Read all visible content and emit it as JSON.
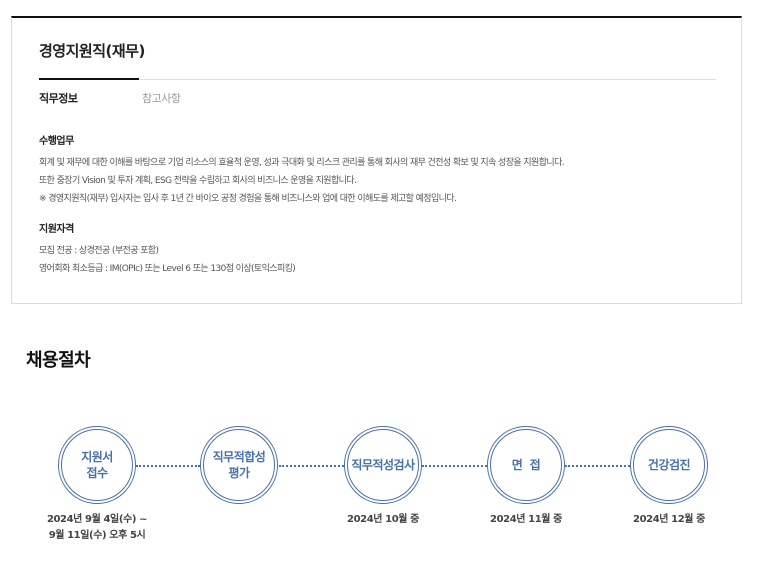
{
  "job": {
    "title": "경영지원직(재무)",
    "tabs": [
      {
        "label": "직무정보",
        "active": true
      },
      {
        "label": "참고사항",
        "active": false
      }
    ],
    "duties": {
      "heading": "수행업무",
      "lines": [
        "회계 및 재무에 대한 이해를 바탕으로 기업 리소스의 효율적 운영, 성과 극대화 및 리스크 관리를 통해 회사의 재무 건전성 확보 및 지속 성장을 지원합니다.",
        "또한 중장기 Vision 및 투자 계획, ESG 전략을 수립하고 회사의 비즈니스 운영을 지원합니다.",
        "※ 경영지원직(재무) 입사자는 입사 후 1년 간 바이오 공정 경험을 통해 비즈니스와 업에 대한 이해도를 제고할 예정입니다."
      ]
    },
    "qualifications": {
      "heading": "지원자격",
      "lines": [
        "모집 전공 : 상경전공 (부전공 포함)",
        "영어회화 최소등급 : IM(OPIc) 또는 Level 6 또는 130점 이상(토익스피킹)"
      ]
    }
  },
  "process": {
    "title": "채용절차",
    "accent_color": "#4a70a8",
    "steps": [
      {
        "label": "지원서\n접수",
        "date": "2024년 9월 4일(수) ~\n9월 11일(수) 오후 5시"
      },
      {
        "label": "직무적합성\n평가",
        "date": ""
      },
      {
        "label": "직무적성검사",
        "date": "2024년 10월 중"
      },
      {
        "label": "면  접",
        "date": "2024년 11월 중"
      },
      {
        "label": "건강검진",
        "date": "2024년 12월 중"
      }
    ]
  }
}
